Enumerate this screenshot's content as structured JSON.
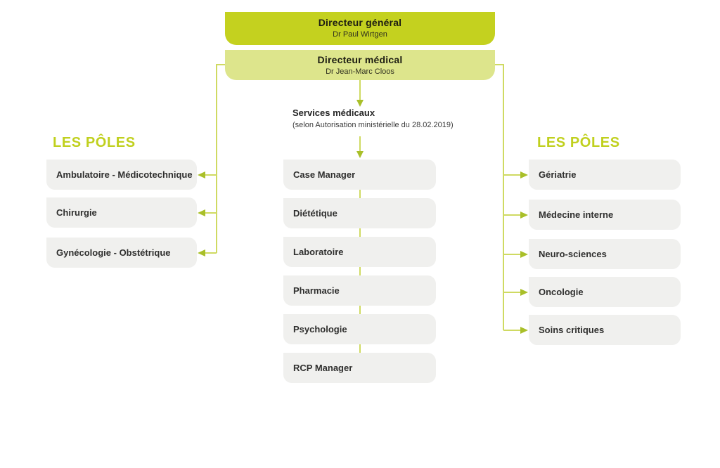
{
  "palette": {
    "primary": "#c4d11f",
    "primary_light": "#dde58c",
    "heading": "#c0d01e",
    "line": "#cfda62",
    "arrow": "#a9bf29",
    "item_bg": "#f0f0ee",
    "text_dark": "#2f2f2e"
  },
  "icons": {
    "arrowhead": "triangle"
  },
  "org": {
    "director_general": {
      "title": "Directeur général",
      "name": "Dr Paul Wirtgen"
    },
    "director_medical": {
      "title": "Directeur médical",
      "name": "Dr Jean-Marc Cloos"
    },
    "services": {
      "title": "Services médicaux",
      "subtitle": "(selon Autorisation ministérielle du 28.02.2019)",
      "items": [
        "Case Manager",
        "Diététique",
        "Laboratoire",
        "Pharmacie",
        "Psychologie",
        "RCP Manager"
      ]
    },
    "poles_left": {
      "heading": "LES PÔLES",
      "items": [
        "Ambulatoire - Médicotechnique",
        "Chirurgie",
        "Gynécologie - Obstétrique"
      ]
    },
    "poles_right": {
      "heading": "LES PÔLES",
      "items": [
        "Gériatrie",
        "Médecine interne",
        "Neuro-sciences",
        "Oncologie",
        "Soins critiques"
      ]
    }
  }
}
